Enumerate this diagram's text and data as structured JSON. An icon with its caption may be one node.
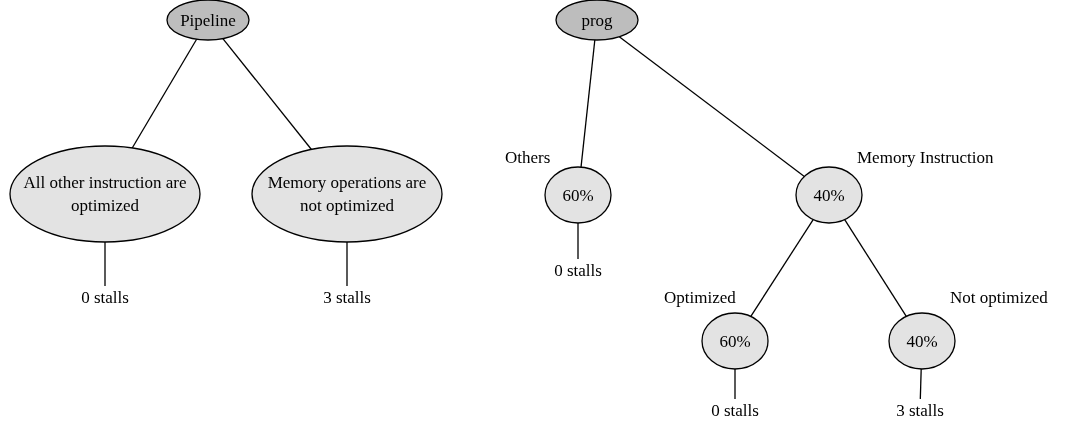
{
  "diagram": {
    "nodes": [
      {
        "text": [
          "Pipeline"
        ]
      },
      {
        "text": [
          "All other instruction are optimized"
        ]
      },
      {
        "text": [
          "Memory operations are not optimized"
        ]
      },
      {
        "text": [
          "0 stalls"
        ]
      },
      {
        "text": [
          "3 stalls"
        ]
      },
      {
        "text": [
          "prog"
        ]
      },
      {
        "text": [
          "60%"
        ],
        "beside": [
          "Others"
        ]
      },
      {
        "text": [
          "40%"
        ],
        "beside": [
          "Memory Instruction"
        ]
      },
      {
        "text": [
          "0 stalls"
        ]
      },
      {
        "text": [
          "60%"
        ],
        "beside": [
          "Optimized"
        ]
      },
      {
        "text": [
          "40%"
        ],
        "beside": [
          "Not optimized"
        ]
      },
      {
        "text": [
          "0 stalls"
        ]
      },
      {
        "text": [
          "3 stalls"
        ]
      }
    ],
    "edges": [
      {
        "from": 0,
        "to": 1,
        "arrow": "none"
      },
      {
        "from": 0,
        "to": 2,
        "arrow": "none"
      },
      {
        "from": 1,
        "to": 3,
        "arrow": "none"
      },
      {
        "from": 2,
        "to": 4,
        "arrow": "none"
      },
      {
        "from": 5,
        "to": 6,
        "arrow": "none"
      },
      {
        "from": 5,
        "to": 7,
        "arrow": "none"
      },
      {
        "from": 6,
        "to": 8,
        "arrow": "none"
      },
      {
        "from": 7,
        "to": 9,
        "arrow": "none"
      },
      {
        "from": 7,
        "to": 10,
        "arrow": "none"
      },
      {
        "from": 9,
        "to": 11,
        "arrow": "none"
      },
      {
        "from": 10,
        "to": 12,
        "arrow": "none"
      }
    ]
  }
}
